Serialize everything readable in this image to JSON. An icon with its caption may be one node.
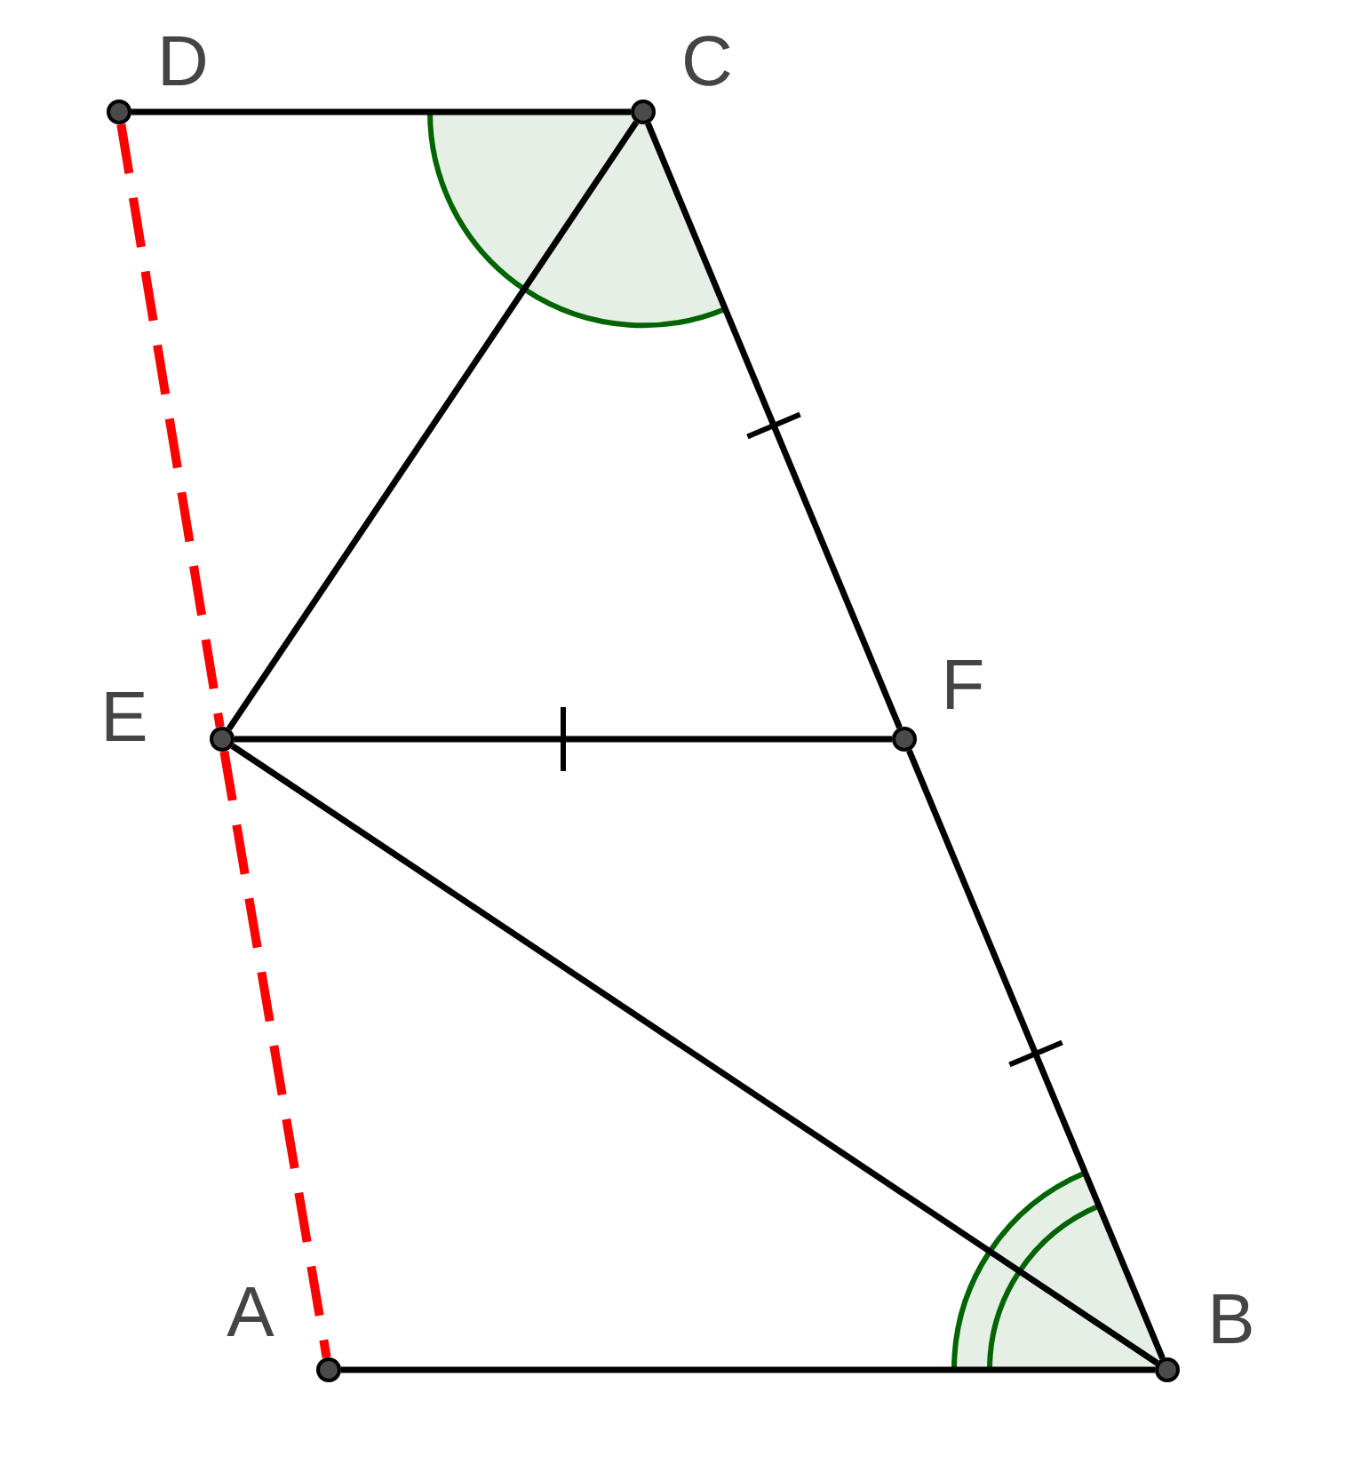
{
  "diagram": {
    "nodes": [
      {
        "text": [
          "D"
        ]
      },
      {
        "text": [
          "C"
        ]
      },
      {
        "text": [
          "E"
        ]
      },
      {
        "text": [
          "F"
        ]
      },
      {
        "text": [
          "A"
        ]
      },
      {
        "text": [
          "B"
        ]
      }
    ],
    "edges": [
      {
        "from": 0,
        "to": 1,
        "arrow": "none"
      },
      {
        "from": 1,
        "to": 2,
        "arrow": "none"
      },
      {
        "from": 1,
        "to": 3,
        "arrow": "none"
      },
      {
        "from": 3,
        "to": 5,
        "arrow": "none"
      },
      {
        "from": 2,
        "to": 3,
        "arrow": "none"
      },
      {
        "from": 2,
        "to": 5,
        "arrow": "none"
      },
      {
        "from": 4,
        "to": 5,
        "arrow": "none"
      },
      {
        "from": 0,
        "to": 2,
        "arrow": "none",
        "style": "dashed",
        "color": "#ff0000"
      },
      {
        "from": 2,
        "to": 4,
        "arrow": "none",
        "style": "dashed",
        "color": "#ff0000"
      }
    ]
  }
}
